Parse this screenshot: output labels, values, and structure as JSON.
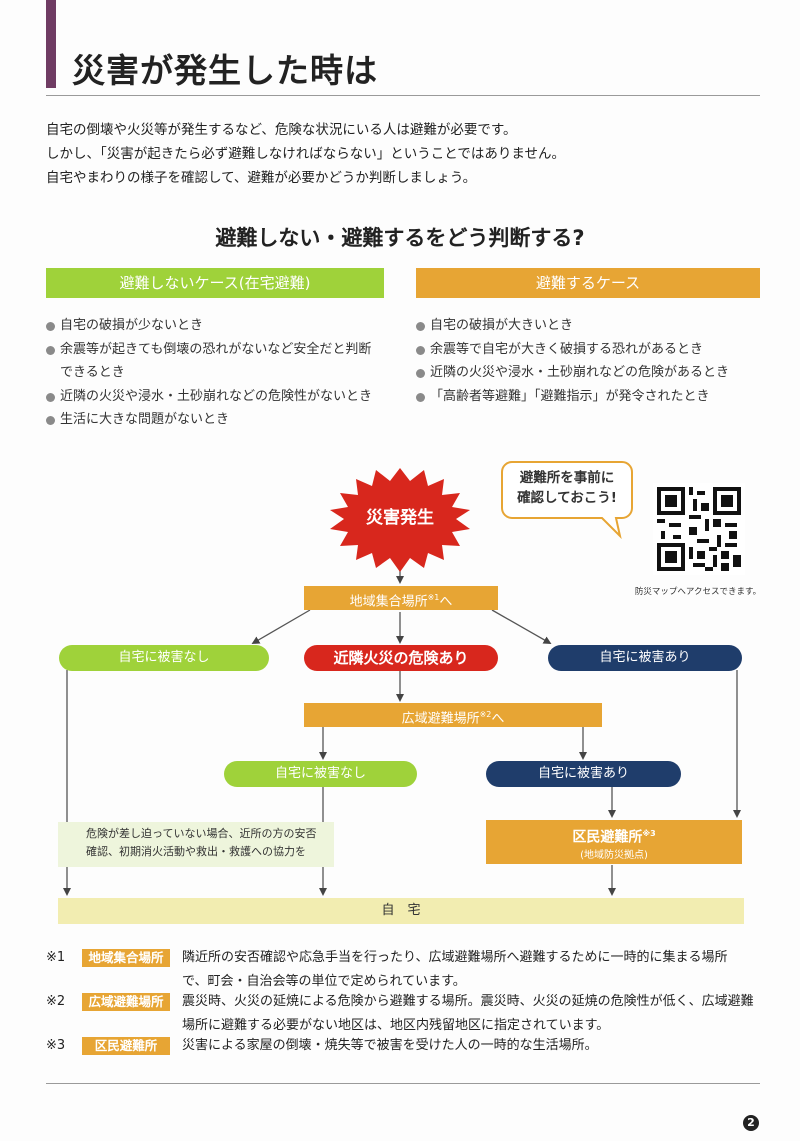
{
  "page": {
    "title": "災害が発生した時は",
    "intro": [
      "自宅の倒壊や火災等が発生するなど、危険な状況にいる人は避難が必要です。",
      "しかし、「災害が起きたら必ず避難しなければならない」ということではありません。",
      "自宅やまわりの様子を確認して、避難が必要かどうか判断しましょう。"
    ],
    "question": "避難しない・避難するをどう判断する?",
    "page_number": "2"
  },
  "cases": {
    "stay": {
      "heading": "避難しないケース(在宅避難)",
      "items": [
        "自宅の破損が少ないとき",
        "余震等が起きても倒壊の恐れがないなど安全だと判断",
        "できるとき",
        "近隣の火災や浸水・土砂崩れなどの危険性がないとき",
        "生活に大きな問題がないとき"
      ]
    },
    "evacuate": {
      "heading": "避難するケース",
      "items": [
        "自宅の破損が大きいとき",
        "余震等で自宅が大きく破損する恐れがあるとき",
        "近隣の火災や浸水・土砂崩れなどの危険があるとき",
        "「高齢者等避難」「避難指示」が発令されたとき"
      ]
    }
  },
  "flow": {
    "start": "災害発生",
    "speech": [
      "避難所を事前に",
      "確認しておこう!"
    ],
    "qr_caption": "防災マップへアクセスできます。",
    "local_gathering": "地域集合場所",
    "local_gathering_ref": "※1",
    "local_gathering_suffix": "へ",
    "no_damage": "自宅に被害なし",
    "fire_danger": "近隣火災の危険あり",
    "damage": "自宅に被害あり",
    "wide_area": "広域避難場所",
    "wide_area_ref": "※2",
    "wide_area_suffix": "へ",
    "no_damage_2": "自宅に被害なし",
    "damage_2": "自宅に被害あり",
    "help_note": [
      "危険が差し迫っていない場合、近所の方の安否",
      "確認、初期消火活動や救出・救護への協力を"
    ],
    "ward_shelter": "区民避難所",
    "ward_shelter_ref": "※3",
    "ward_shelter_sub": "(地域防災拠点)",
    "home": "自　宅"
  },
  "notes": [
    {
      "mark": "※1",
      "tag": "地域集合場所",
      "lines": [
        "隣近所の安否確認や応急手当を行ったり、広域避難場所へ避難するために一時的に集まる場所",
        "で、町会・自治会等の単位で定められています。"
      ]
    },
    {
      "mark": "※2",
      "tag": "広域避難場所",
      "lines": [
        "震災時、火災の延焼による危険から避難する場所。震災時、火災の延焼の危険性が低く、広域避難",
        "場所に避難する必要がない地区は、地区内残留地区に指定されています。"
      ]
    },
    {
      "mark": "※3",
      "tag": "区民避難所",
      "lines": [
        "災害による家屋の倒壊・焼失等で被害を受けた人の一時的な生活場所。"
      ]
    }
  ],
  "colors": {
    "green": "#9fd23a",
    "orange": "#e7a534",
    "red": "#d8271d",
    "navy": "#1f3d6b",
    "cream": "#f2edb1",
    "purple": "#6f3c63"
  }
}
